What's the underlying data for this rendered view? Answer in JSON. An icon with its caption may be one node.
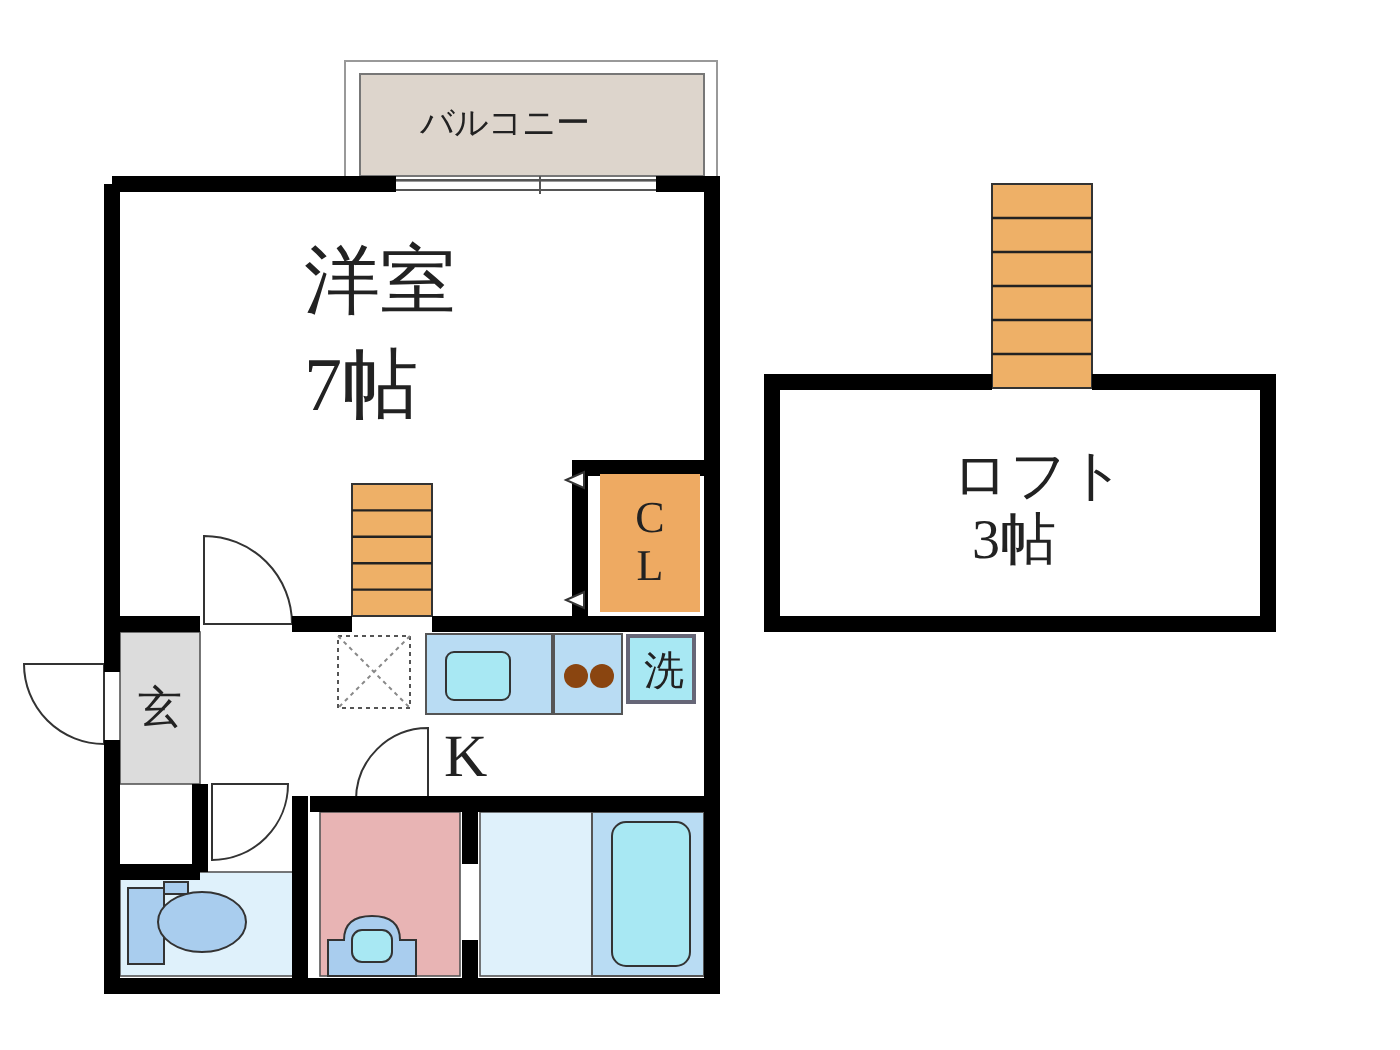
{
  "diagram": {
    "nodes": [
      {
        "text": [
          "バルコニー"
        ]
      },
      {
        "text": [
          "洋室",
          "7帖"
        ]
      },
      {
        "text": [
          "CL"
        ],
        "in": 1
      },
      {
        "text": [
          "玄"
        ]
      },
      {
        "text": [
          "K"
        ]
      },
      {
        "text": [
          "洗"
        ],
        "in": 4
      },
      {
        "text": [
          "ロフト",
          "3帖"
        ]
      }
    ]
  }
}
